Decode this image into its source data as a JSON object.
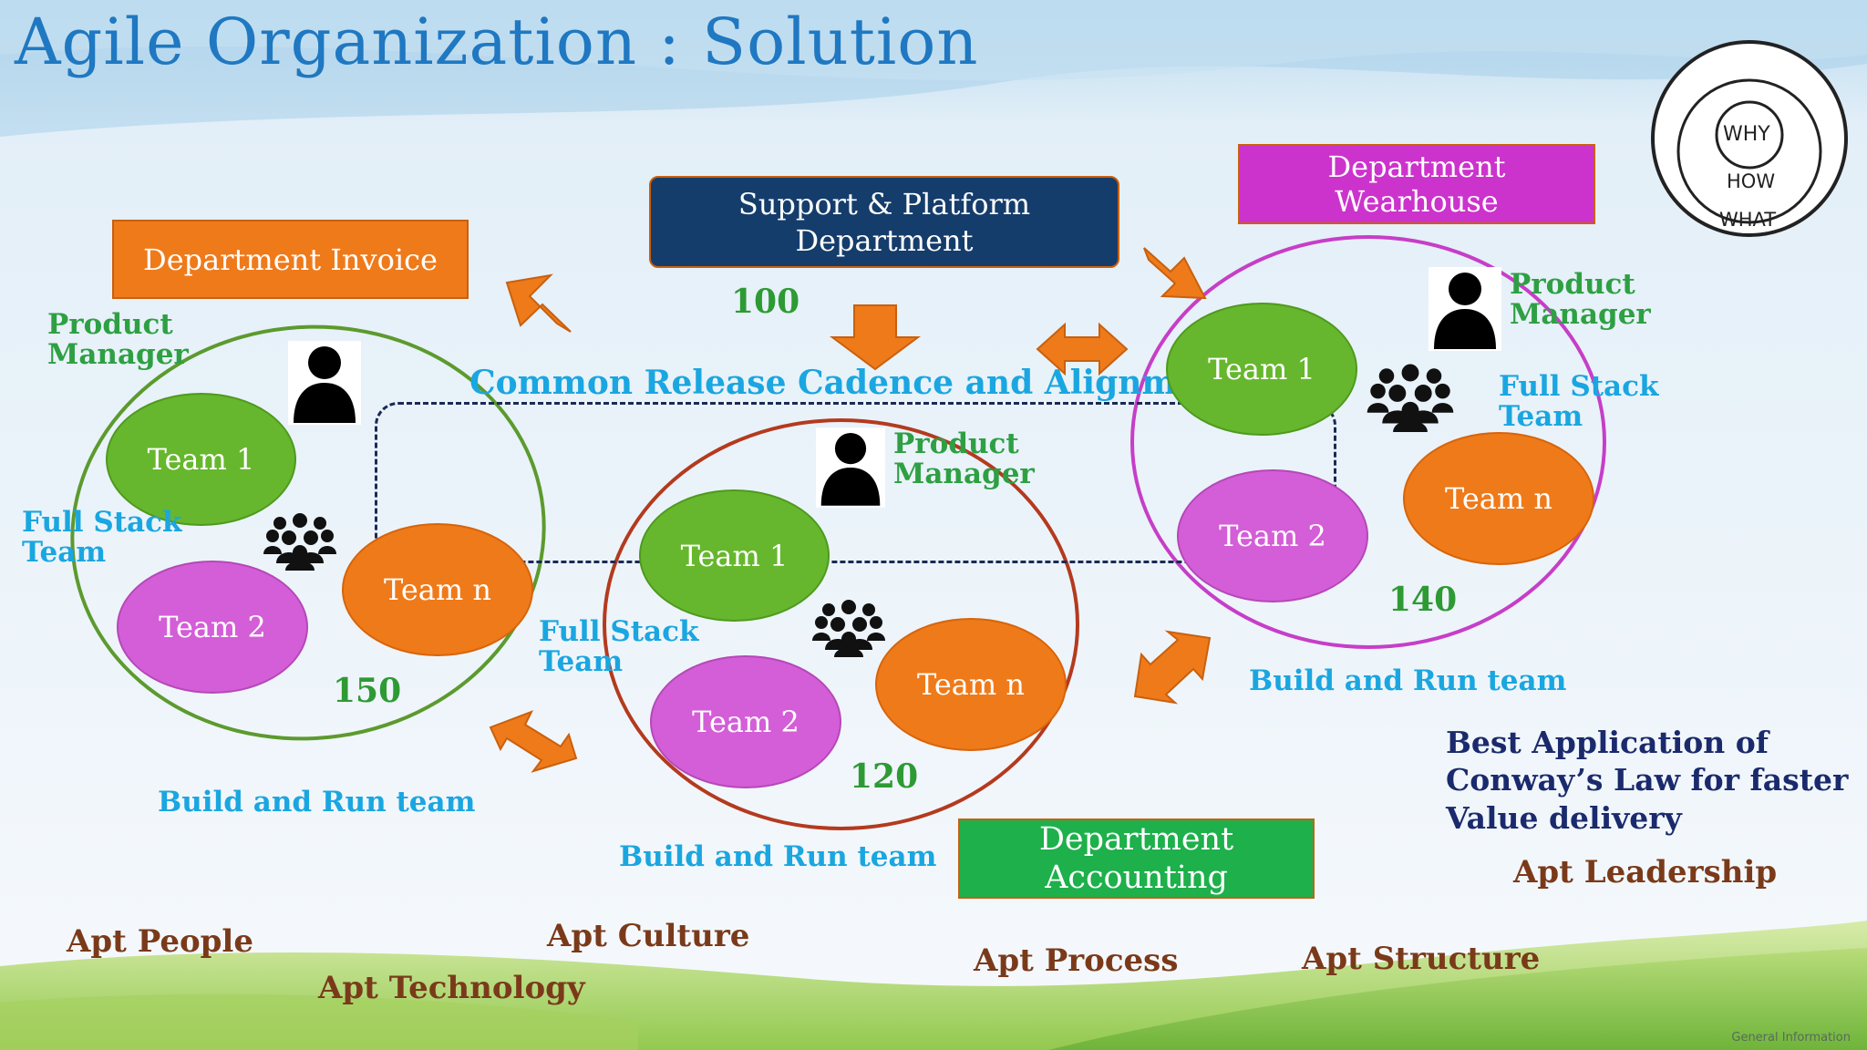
{
  "title": "Agile Organization : Solution",
  "golden_circle": {
    "why": "WHY",
    "how": "HOW",
    "what": "WHAT"
  },
  "departments": {
    "invoice": "Department Invoice",
    "support": "Support & Platform\nDepartment",
    "warehouse": "Department\nWearhouse",
    "accounting": "Department\nAccounting"
  },
  "common_release": "Common Release Cadence and Alignment",
  "clusters": {
    "invoice": {
      "product_manager": "Product\nManager",
      "full_stack": "Full Stack\nTeam",
      "team1": "Team 1",
      "team2": "Team 2",
      "teamn": "Team n",
      "count": "150",
      "build_run": "Build and Run team"
    },
    "middle": {
      "product_manager": "Product\nManager",
      "full_stack": "Full Stack\nTeam",
      "team1": "Team 1",
      "team2": "Team 2",
      "teamn": "Team n",
      "count": "120",
      "build_run": "Build and Run team"
    },
    "warehouse": {
      "product_manager": "Product\nManager",
      "full_stack": "Full Stack\nTeam",
      "team1": "Team 1",
      "team2": "Team 2",
      "teamn": "Team n",
      "count": "140",
      "build_run": "Build and Run team"
    }
  },
  "support_count": "100",
  "conway": "Best Application of\nConway’s Law for faster\nValue delivery",
  "apt": {
    "people": "Apt People",
    "technology": "Apt Technology",
    "culture": "Apt Culture",
    "process": "Apt Process",
    "structure": "Apt Structure",
    "leadership": "Apt Leadership"
  },
  "footer": "General Information",
  "colors": {
    "title": "#1f78c1",
    "invoice": "#ef7a1a",
    "support": "#153d6b",
    "warehouse": "#cc33cc",
    "accounting": "#1db04b",
    "arrow": "#ef7a1a"
  }
}
